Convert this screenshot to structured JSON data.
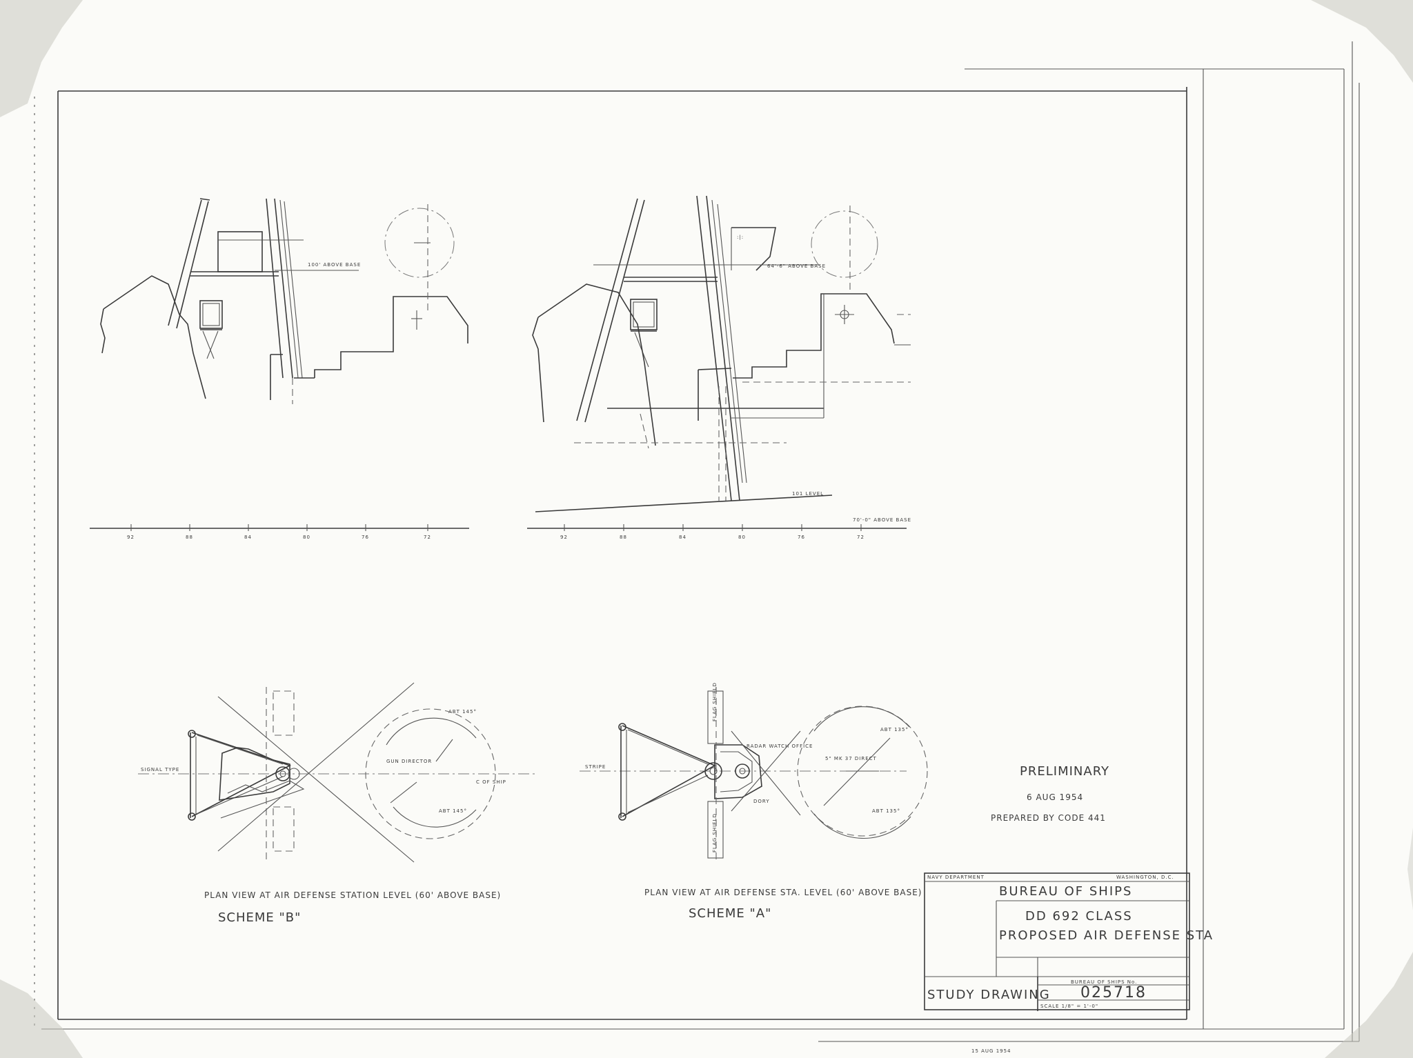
{
  "labels": {
    "ship_level": "100' ABOVE BASE",
    "ship_level_a": "64'-6\" ABOVE BASE",
    "level_right": "70'-0\" ABOVE BASE",
    "deck_level": "101 LEVEL",
    "plan_b_title": "PLAN VIEW AT AIR DEFENSE STATION LEVEL (60' ABOVE BASE)",
    "plan_a_title": "PLAN VIEW AT AIR DEFENSE STA. LEVEL (60' ABOVE BASE)",
    "scheme_b": "SCHEME \"B\"",
    "scheme_a": "SCHEME \"A\"",
    "c_of_ship": "C OF SHIP",
    "stripe_b": "SIGNAL TYPE",
    "stripe_a": "STRIPE",
    "gun_director": "GUN DIRECTOR",
    "flag_shield": "FLAG SHIELD",
    "flag_shield_2": "FLAG SHIELD",
    "radar_watch_office": "RADAR WATCH OFFICE",
    "dory": "DORY",
    "mk_gun": "5\" MK 37 DIRECT",
    "abt_145_top": "ABT 145°",
    "abt_145_bot": "ABT 145°",
    "abt_135_top": "ABT 135°",
    "abt_135_bot": "ABT 135°",
    "frames_b": [
      "92",
      "88",
      "84",
      "80",
      "76",
      "72"
    ],
    "frames_a": [
      "92",
      "88",
      "84",
      "80",
      "76",
      "72"
    ]
  },
  "notes": {
    "preliminary": "PRELIMINARY",
    "date": "6 AUG 1954",
    "prepared_by": "PREPARED BY CODE 441"
  },
  "title_block": {
    "department": "NAVY DEPARTMENT",
    "location": "WASHINGTON, D.C.",
    "bureau": "BUREAU OF SHIPS",
    "ship_class": "DD 692 CLASS",
    "subject": "PROPOSED AIR DEFENSE STA",
    "drawing_type": "STUDY DRAWING",
    "bureau_no_label": "BUREAU OF SHIPS No.",
    "drawing_number": "025718",
    "scale": "SCALE 1/8\" = 1'-0\""
  },
  "footer_stamp": "15 AUG 1954"
}
